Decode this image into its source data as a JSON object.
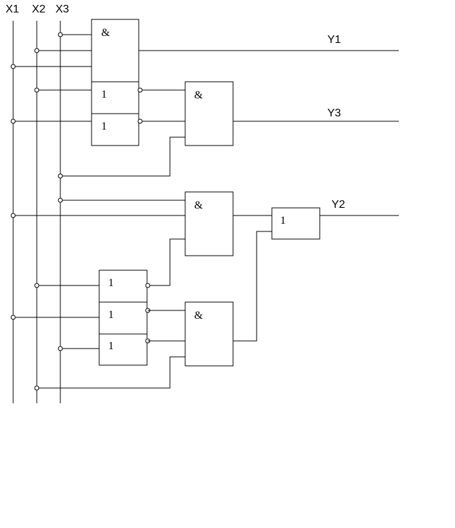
{
  "inputs": {
    "x1": "X1",
    "x2": "X2",
    "x3": "X3"
  },
  "outputs": {
    "y1": "Y1",
    "y2": "Y2",
    "y3": "Y3"
  },
  "gates": {
    "and_symbol": "&",
    "or_symbol": "1"
  }
}
